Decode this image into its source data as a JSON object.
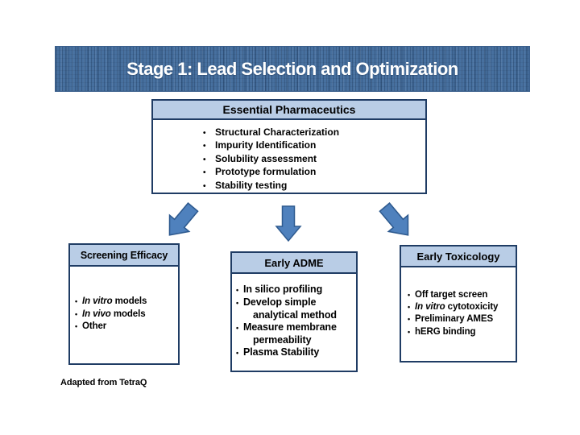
{
  "banner": {
    "title": "Stage 1: Lead Selection and Optimization"
  },
  "essential_box": {
    "title": "Essential Pharmaceutics",
    "items": [
      "Structural Characterization",
      "Impurity Identification",
      "Solubility assessment",
      "Prototype formulation",
      "Stability testing"
    ]
  },
  "boxes": [
    {
      "title": "Screening Efficacy",
      "items": [
        [
          [
            {
              "t": "In vitro",
              "i": true
            },
            {
              "t": " models"
            }
          ]
        ],
        [
          [
            {
              "t": "In vivo",
              "i": true
            },
            {
              "t": " models"
            }
          ]
        ],
        [
          [
            {
              "t": "Other"
            }
          ]
        ]
      ]
    },
    {
      "title": "Early ADME",
      "items": [
        [
          [
            {
              "t": "In silico profiling"
            }
          ]
        ],
        [
          [
            {
              "t": "Develop simple"
            }
          ],
          [
            {
              "t": "analytical method"
            }
          ]
        ],
        [
          [
            {
              "t": "Measure membrane"
            }
          ],
          [
            {
              "t": "permeability"
            }
          ]
        ],
        [
          [
            {
              "t": "Plasma Stability"
            }
          ]
        ]
      ]
    },
    {
      "title": "Early Toxicology",
      "items": [
        [
          [
            {
              "t": "Off target screen"
            }
          ]
        ],
        [
          [
            {
              "t": "In vitro",
              "i": true
            },
            {
              "t": " cytotoxicity"
            }
          ]
        ],
        [
          [
            {
              "t": "Preliminary AMES"
            }
          ]
        ],
        [
          [
            {
              "t": "hERG binding"
            }
          ]
        ]
      ]
    }
  ],
  "arrows": [
    "arrow-down-left",
    "arrow-down",
    "arrow-down-right"
  ],
  "footer": {
    "credit": "Adapted from TetraQ"
  },
  "colors": {
    "banner_blue": "#47709f",
    "banner_stripe_dark": "#3c6390",
    "box_header_blue": "#b9cde6",
    "border_navy": "#1f3c64",
    "arrow_fill": "#4f81bd",
    "arrow_stroke": "#2e5a8f",
    "banner_text": "#ffffff",
    "body_text": "#000000"
  }
}
